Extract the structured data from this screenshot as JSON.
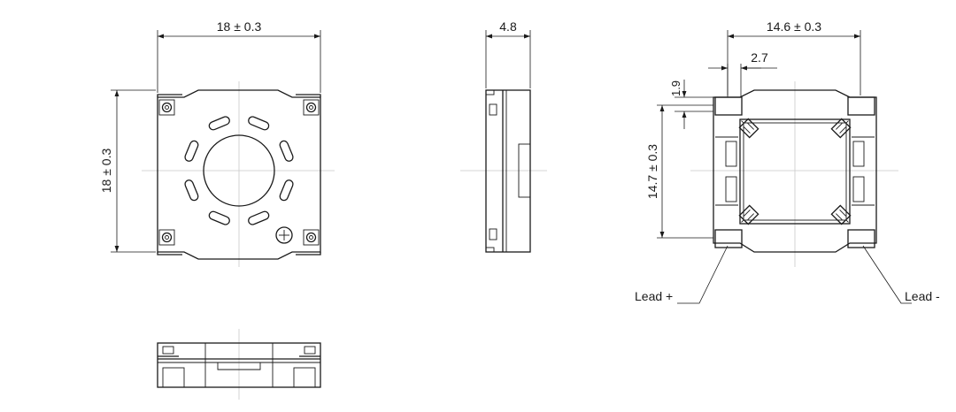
{
  "dimensions": {
    "front_width": "18 ± 0.3",
    "front_height": "18 ± 0.3",
    "side_thickness": "4.8",
    "bottom_width": "14.6 ± 0.3",
    "bottom_height": "14.7 ± 0.3",
    "lead_width": "2.7",
    "lead_length": "1.9"
  },
  "leads": {
    "positive": "Lead +",
    "negative": "Lead -"
  }
}
